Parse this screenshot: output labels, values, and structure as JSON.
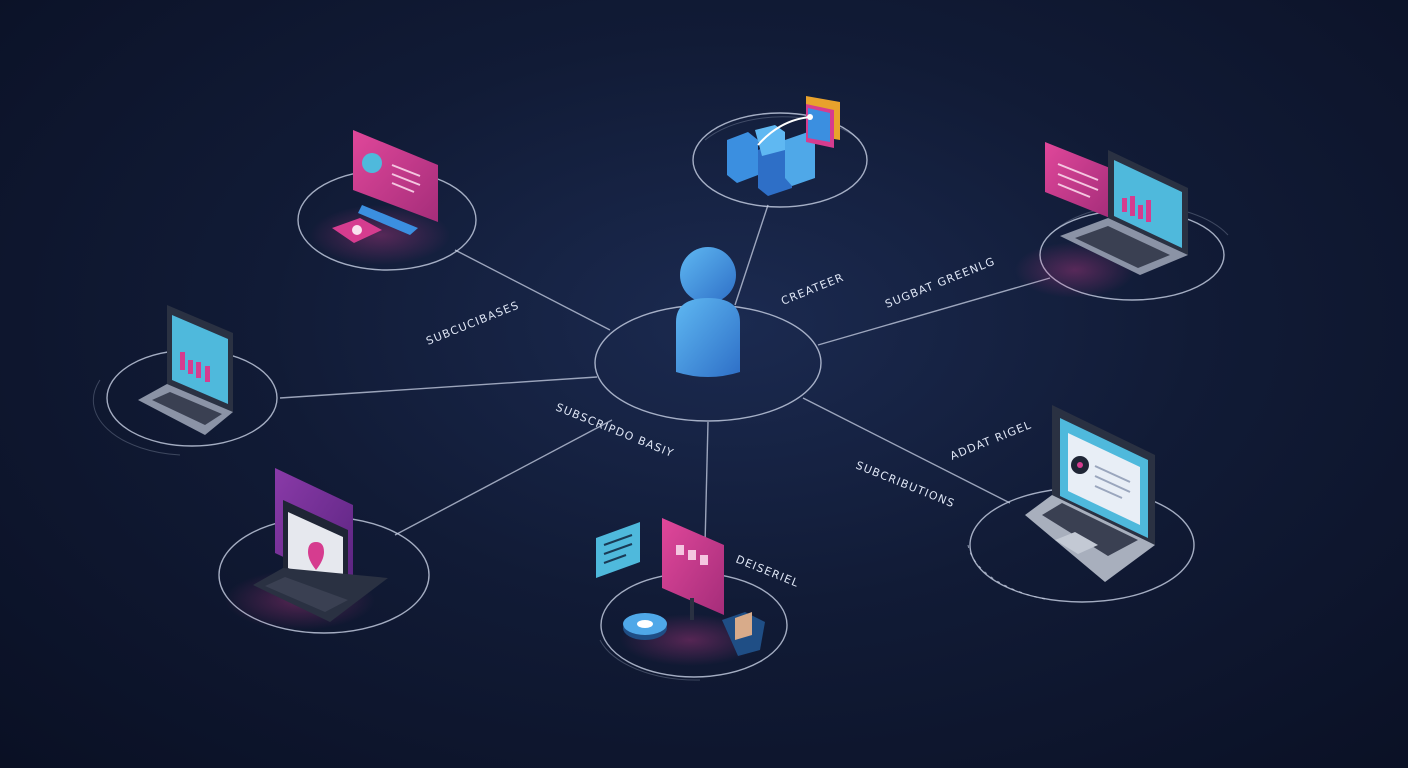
{
  "labels": {
    "top_left": "SUBCUCIBASES",
    "center_top": "CREATEER",
    "top_right": "SUGBAT GREENLG",
    "center_left": "SUBSCRIPDO BASIY",
    "right_mid": "ADDAT RIGEL",
    "right_low": "SUBCRIBUTIONS",
    "bottom": "DEISERIEL"
  },
  "colors": {
    "background": "#111b36",
    "ring": "#c9d2e6",
    "connector": "#c9d2e6",
    "user_blue": "#3b8fe0",
    "accent_magenta": "#d63c8f",
    "accent_purple": "#7b2f9c",
    "screen_cyan": "#4fb9dc",
    "laptop_gray": "#8b93a6"
  },
  "icons": {
    "center": "user-icon",
    "top_left": "monitor-chat-icon",
    "top_center": "blocks-icon",
    "top_right": "laptop-chart-icon",
    "mid_left": "laptop-chart-icon",
    "bottom_left": "laptop-location-icon",
    "bottom_center": "monitor-chat-icon",
    "right": "laptop-dashboard-icon"
  }
}
